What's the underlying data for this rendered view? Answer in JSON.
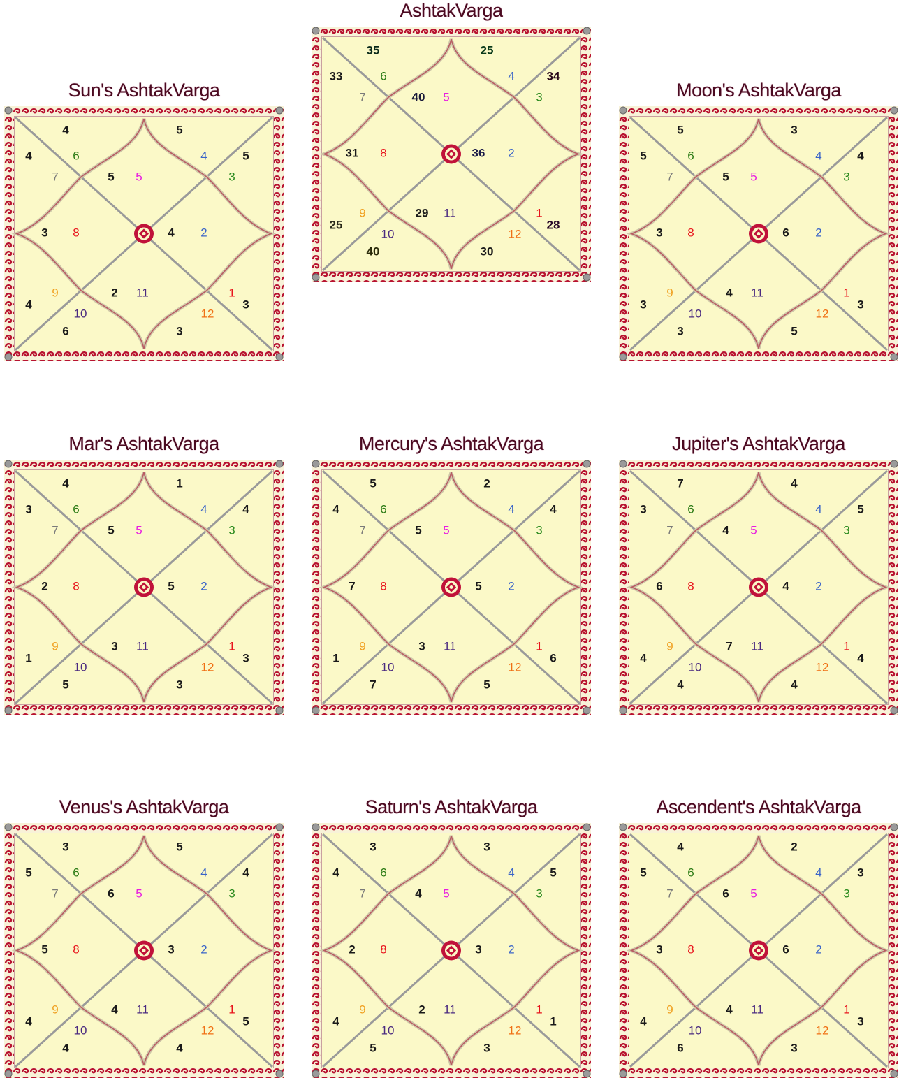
{
  "house_colors": {
    "1": "#e8141c",
    "2": "#3a64c8",
    "3": "#2a8a1e",
    "4": "#3a64c8",
    "5": "#e81ce0",
    "6": "#2a7a14",
    "7": "#7a7a7a",
    "8": "#e8141c",
    "9": "#f0a020",
    "10": "#4a2a80",
    "11": "#4a2a80",
    "12": "#f07014"
  },
  "charts": [
    {
      "title": "AshtakVarga",
      "house_labels": [
        "1",
        "2",
        "3",
        "4",
        "5",
        "6",
        "7",
        "8",
        "9",
        "10",
        "11",
        "12"
      ],
      "points": {
        "1": "36",
        "2": "25",
        "3": "33",
        "4": "31",
        "5": "25",
        "6": "40",
        "7": "29",
        "8": "30",
        "9": "28",
        "10": "40",
        "11": "34",
        "12": "35"
      },
      "point_colors": {
        "1": "#1a1a4a",
        "2": "#0a3a1a",
        "3": "#1a1a1a",
        "4": "#1a1a1a",
        "5": "#2a2a1a",
        "6": "#1a1a3a",
        "7": "#1a1a1a",
        "8": "#1a1a1a",
        "9": "#2a0a2a",
        "10": "#2a2a0a",
        "11": "#2a0a1a",
        "12": "#0a2a1a"
      }
    },
    {
      "title": "Sun's AshtakVarga",
      "house_labels": [
        "1",
        "2",
        "3",
        "4",
        "5",
        "6",
        "7",
        "8",
        "9",
        "10",
        "11",
        "12"
      ],
      "points": {
        "1": "4",
        "2": "5",
        "3": "4",
        "4": "3",
        "5": "4",
        "6": "5",
        "7": "2",
        "8": "3",
        "9": "3",
        "10": "6",
        "11": "5",
        "12": "4"
      }
    },
    {
      "title": "Moon's AshtakVarga",
      "house_labels": [
        "1",
        "2",
        "3",
        "4",
        "5",
        "6",
        "7",
        "8",
        "9",
        "10",
        "11",
        "12"
      ],
      "points": {
        "1": "6",
        "2": "3",
        "3": "5",
        "4": "3",
        "5": "3",
        "6": "5",
        "7": "4",
        "8": "5",
        "9": "3",
        "10": "3",
        "11": "4",
        "12": "5"
      }
    },
    {
      "title": "Mar's AshtakVarga",
      "house_labels": [
        "1",
        "2",
        "3",
        "4",
        "5",
        "6",
        "7",
        "8",
        "9",
        "10",
        "11",
        "12"
      ],
      "points": {
        "1": "5",
        "2": "1",
        "3": "3",
        "4": "2",
        "5": "1",
        "6": "5",
        "7": "3",
        "8": "3",
        "9": "3",
        "10": "5",
        "11": "4",
        "12": "4"
      }
    },
    {
      "title": "Mercury's AshtakVarga",
      "house_labels": [
        "1",
        "2",
        "3",
        "4",
        "5",
        "6",
        "7",
        "8",
        "9",
        "10",
        "11",
        "12"
      ],
      "points": {
        "1": "5",
        "2": "2",
        "3": "4",
        "4": "7",
        "5": "1",
        "6": "5",
        "7": "3",
        "8": "5",
        "9": "6",
        "10": "7",
        "11": "4",
        "12": "5"
      }
    },
    {
      "title": "Jupiter's AshtakVarga",
      "house_labels": [
        "1",
        "2",
        "3",
        "4",
        "5",
        "6",
        "7",
        "8",
        "9",
        "10",
        "11",
        "12"
      ],
      "points": {
        "1": "4",
        "2": "4",
        "3": "3",
        "4": "6",
        "5": "4",
        "6": "4",
        "7": "7",
        "8": "4",
        "9": "4",
        "10": "4",
        "11": "5",
        "12": "7"
      }
    },
    {
      "title": "Venus's AshtakVarga",
      "house_labels": [
        "1",
        "2",
        "3",
        "4",
        "5",
        "6",
        "7",
        "8",
        "9",
        "10",
        "11",
        "12"
      ],
      "points": {
        "1": "3",
        "2": "5",
        "3": "5",
        "4": "5",
        "5": "4",
        "6": "6",
        "7": "4",
        "8": "4",
        "9": "5",
        "10": "4",
        "11": "4",
        "12": "3"
      }
    },
    {
      "title": "Saturn's AshtakVarga",
      "house_labels": [
        "1",
        "2",
        "3",
        "4",
        "5",
        "6",
        "7",
        "8",
        "9",
        "10",
        "11",
        "12"
      ],
      "points": {
        "1": "3",
        "2": "3",
        "3": "4",
        "4": "2",
        "5": "4",
        "6": "4",
        "7": "2",
        "8": "3",
        "9": "1",
        "10": "5",
        "11": "5",
        "12": "3"
      }
    },
    {
      "title": "Ascendent's AshtakVarga",
      "house_labels": [
        "1",
        "2",
        "3",
        "4",
        "5",
        "6",
        "7",
        "8",
        "9",
        "10",
        "11",
        "12"
      ],
      "points": {
        "1": "6",
        "2": "2",
        "3": "5",
        "4": "3",
        "5": "4",
        "6": "6",
        "7": "4",
        "8": "3",
        "9": "3",
        "10": "6",
        "11": "3",
        "12": "4"
      }
    }
  ]
}
